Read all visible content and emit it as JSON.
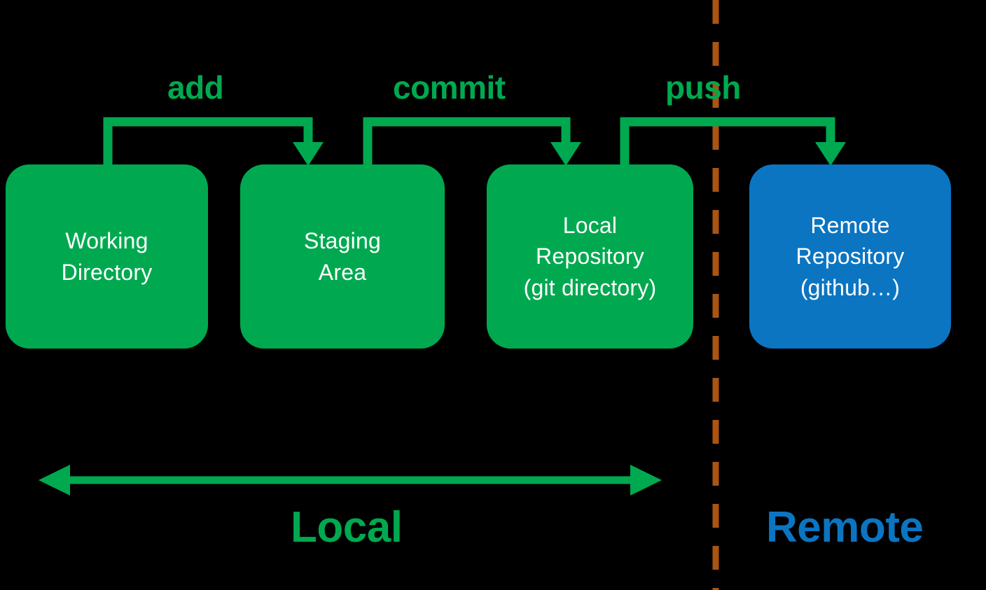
{
  "diagram": {
    "title": "Git workflow: local and remote areas",
    "colors": {
      "background": "#000000",
      "local_green": "#00A94F",
      "remote_blue": "#0B75C2",
      "divider_brown": "#AA5512",
      "node_text": "#FFFFFF"
    }
  },
  "nodes": [
    {
      "id": "working-directory",
      "label": "Working\nDirectory",
      "zone": "local",
      "color": "#00A94F"
    },
    {
      "id": "staging-area",
      "label": "Staging\nArea",
      "zone": "local",
      "color": "#00A94F"
    },
    {
      "id": "local-repository",
      "label": "Local\nRepository\n(git directory)",
      "zone": "local",
      "color": "#00A94F"
    },
    {
      "id": "remote-repository",
      "label": "Remote\nRepository\n(github…)",
      "zone": "remote",
      "color": "#0B75C2"
    }
  ],
  "operations": [
    {
      "id": "add",
      "label": "add",
      "from": "working-directory",
      "to": "staging-area",
      "color": "#00A94F"
    },
    {
      "id": "commit",
      "label": "commit",
      "from": "staging-area",
      "to": "local-repository",
      "color": "#00A94F"
    },
    {
      "id": "push",
      "label": "push",
      "from": "local-repository",
      "to": "remote-repository",
      "color": "#00A94F"
    }
  ],
  "zones": [
    {
      "id": "local",
      "label": "Local",
      "color": "#00A94F"
    },
    {
      "id": "remote",
      "label": "Remote",
      "color": "#0B75C2"
    }
  ],
  "divider": {
    "id": "local-remote-divider",
    "style": "dashed-vertical",
    "color": "#AA5512"
  },
  "span_arrow": {
    "id": "local-span-arrow",
    "direction": "double",
    "color": "#00A94F"
  }
}
